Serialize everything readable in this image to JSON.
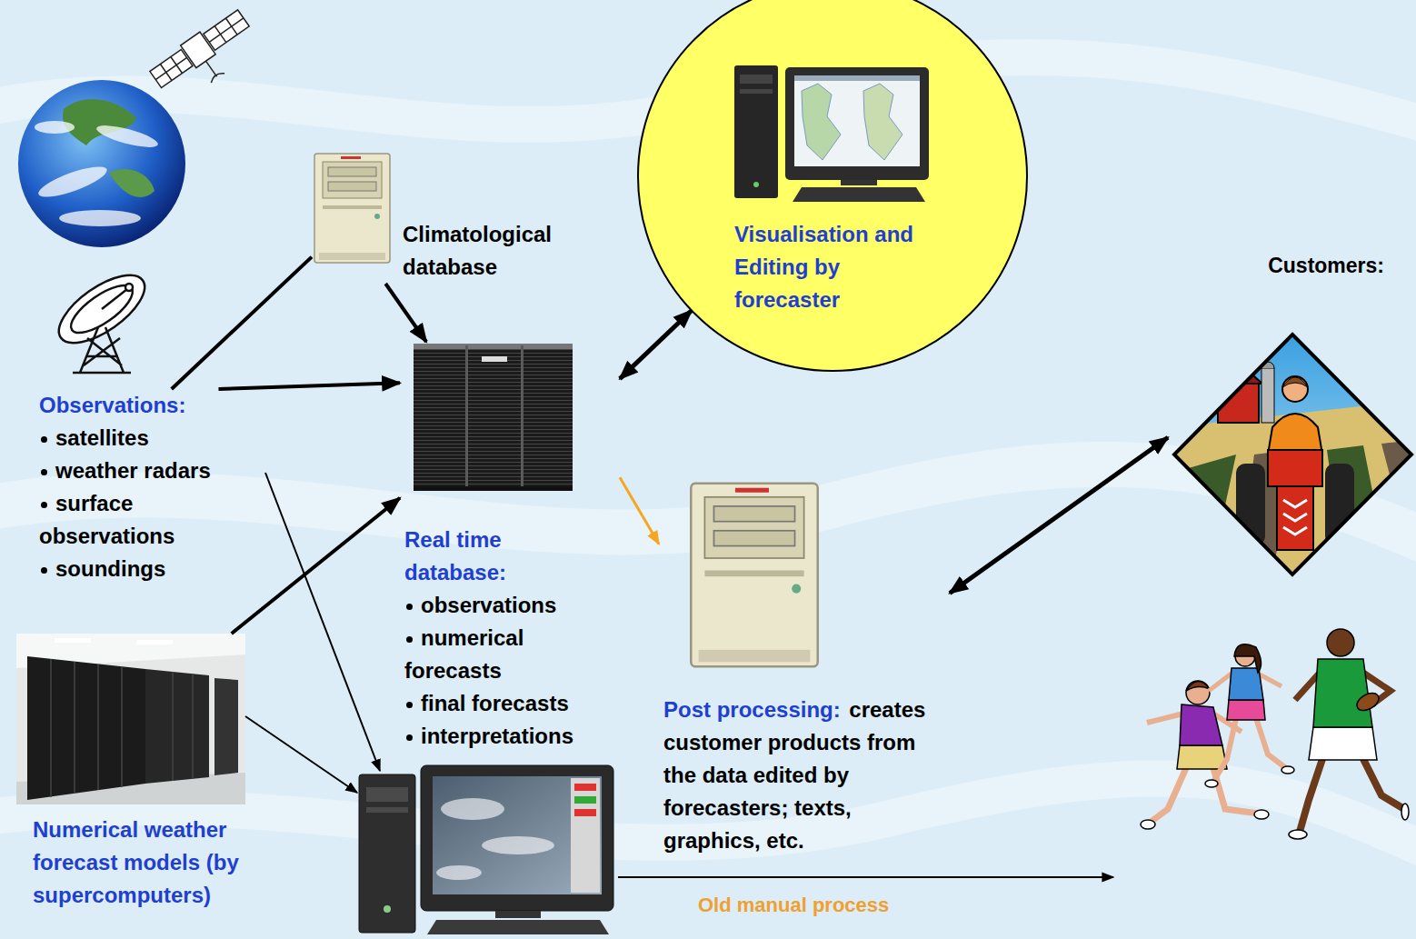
{
  "diagram": {
    "nodes": [
      {
        "text": [
          "Climatological database"
        ]
      },
      {
        "text": [
          "Visualisation and Editing by forecaster"
        ]
      },
      {
        "text": [
          "Customers:"
        ]
      },
      {
        "text": [
          "Observations:",
          "satellites",
          "weather radars",
          "surface observations",
          "soundings"
        ]
      },
      {
        "text": [
          "Real time database:",
          "observations",
          "numerical forecasts",
          "final forecasts",
          "interpretations"
        ]
      },
      {
        "text": [
          "Post processing:",
          "creates customer products from the data edited by forecasters; texts, graphics, etc."
        ]
      },
      {
        "text": [
          "Numerical weather forecast models (by supercomputers)"
        ]
      }
    ],
    "edges": [
      {
        "from": 3,
        "to": 0,
        "arrow": "none"
      },
      {
        "from": 3,
        "to": 4,
        "arrow": "to"
      },
      {
        "from": 0,
        "to": 4,
        "arrow": "to"
      },
      {
        "from": 6,
        "to": 4,
        "arrow": "to"
      },
      {
        "from": 4,
        "to": 1,
        "arrow": "both"
      },
      {
        "from": 4,
        "to": 5,
        "arrow": "to"
      },
      {
        "from": 5,
        "to": 2,
        "arrow": "both"
      }
    ],
    "labels": [
      "Old manual process"
    ]
  }
}
